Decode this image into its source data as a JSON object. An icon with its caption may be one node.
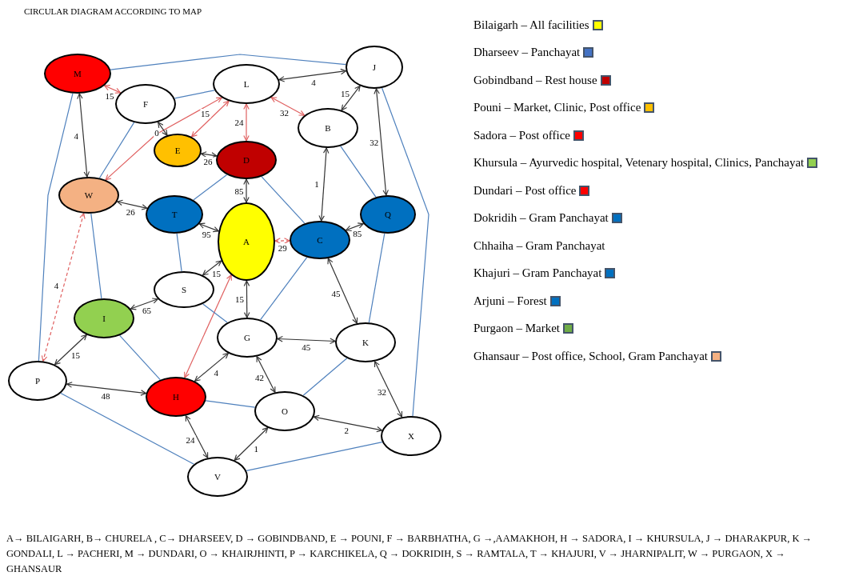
{
  "diagram": {
    "title": "CIRCULAR DIAGRAM ACCORDING TO MAP",
    "nodes": [
      {
        "text": [
          "M"
        ]
      },
      {
        "text": [
          "J"
        ]
      },
      {
        "text": [
          "F"
        ]
      },
      {
        "text": [
          "L"
        ]
      },
      {
        "text": [
          "B"
        ]
      },
      {
        "text": [
          "E"
        ]
      },
      {
        "text": [
          "D"
        ]
      },
      {
        "text": [
          "W"
        ]
      },
      {
        "text": [
          "T"
        ]
      },
      {
        "text": [
          "Q"
        ]
      },
      {
        "text": [
          "A"
        ]
      },
      {
        "text": [
          "C"
        ]
      },
      {
        "text": [
          "S"
        ]
      },
      {
        "text": [
          "I"
        ]
      },
      {
        "text": [
          "G"
        ]
      },
      {
        "text": [
          "K"
        ]
      },
      {
        "text": [
          "P"
        ]
      },
      {
        "text": [
          "H"
        ]
      },
      {
        "text": [
          "O"
        ]
      },
      {
        "text": [
          "X"
        ]
      },
      {
        "text": [
          "V"
        ]
      }
    ],
    "edges": [
      {
        "from": 0,
        "to": 2,
        "arrow": "both",
        "label": "15",
        "color": "#e06060"
      },
      {
        "from": 0,
        "to": 7,
        "arrow": "both",
        "label": "4"
      },
      {
        "from": 3,
        "to": 1,
        "arrow": "both",
        "label": "4"
      },
      {
        "from": 1,
        "to": 4,
        "arrow": "both",
        "label": "15"
      },
      {
        "from": 3,
        "to": 4,
        "arrow": "both",
        "label": "32",
        "color": "#e06060"
      },
      {
        "from": 1,
        "to": 9,
        "arrow": "both",
        "label": "32"
      },
      {
        "from": 3,
        "to": 6,
        "arrow": "both",
        "label": "24",
        "color": "#e06060"
      },
      {
        "from": 3,
        "to": 5,
        "arrow": "both",
        "label": "15",
        "color": "#e06060"
      },
      {
        "from": 3,
        "to": 7,
        "arrow": "both",
        "color": "#e06060"
      },
      {
        "from": 2,
        "to": 5,
        "arrow": "both",
        "label": "0"
      },
      {
        "from": 5,
        "to": 6,
        "arrow": "both",
        "label": "26"
      },
      {
        "from": 6,
        "to": 10,
        "arrow": "both",
        "label": "85"
      },
      {
        "from": 7,
        "to": 8,
        "arrow": "both",
        "label": "26"
      },
      {
        "from": 8,
        "to": 10,
        "arrow": "both",
        "label": "95"
      },
      {
        "from": 4,
        "to": 11,
        "arrow": "both",
        "label": "1"
      },
      {
        "from": 11,
        "to": 9,
        "arrow": "both",
        "label": "85"
      },
      {
        "from": 10,
        "to": 11,
        "arrow": "both",
        "label": "29",
        "style": "dashed",
        "color": "#e06060"
      },
      {
        "from": 7,
        "to": 16,
        "arrow": "both",
        "label": "4",
        "style": "dashed",
        "color": "#e06060"
      },
      {
        "from": 12,
        "to": 10,
        "arrow": "both",
        "label": "15"
      },
      {
        "from": 13,
        "to": 12,
        "arrow": "both",
        "label": "65"
      },
      {
        "from": 17,
        "to": 10,
        "arrow": "both",
        "color": "#e06060"
      },
      {
        "from": 10,
        "to": 14,
        "arrow": "both",
        "label": "15"
      },
      {
        "from": 11,
        "to": 15,
        "arrow": "both",
        "label": "45"
      },
      {
        "from": 14,
        "to": 15,
        "arrow": "both",
        "label": "45"
      },
      {
        "from": 16,
        "to": 13,
        "arrow": "both",
        "label": "15"
      },
      {
        "from": 16,
        "to": 17,
        "arrow": "both",
        "label": "48"
      },
      {
        "from": 17,
        "to": 14,
        "arrow": "both",
        "label": "4"
      },
      {
        "from": 17,
        "to": 20,
        "arrow": "both",
        "label": "24"
      },
      {
        "from": 14,
        "to": 18,
        "arrow": "both",
        "label": "42"
      },
      {
        "from": 15,
        "to": 19,
        "arrow": "both",
        "label": "32"
      },
      {
        "from": 18,
        "to": 19,
        "arrow": "both",
        "label": "2"
      },
      {
        "from": 20,
        "to": 18,
        "arrow": "both",
        "label": "1"
      },
      {
        "from": 0,
        "to": 1,
        "arrow": "none",
        "color": "#4f81bd"
      },
      {
        "from": 0,
        "to": 16,
        "arrow": "none",
        "color": "#4f81bd"
      },
      {
        "from": 1,
        "to": 19,
        "arrow": "none",
        "color": "#4f81bd"
      },
      {
        "from": 16,
        "to": 20,
        "arrow": "none",
        "color": "#4f81bd"
      },
      {
        "from": 20,
        "to": 19,
        "arrow": "none",
        "color": "#4f81bd"
      },
      {
        "from": 2,
        "to": 3,
        "arrow": "none",
        "color": "#4f81bd"
      },
      {
        "from": 2,
        "to": 7,
        "arrow": "none",
        "color": "#4f81bd"
      },
      {
        "from": 7,
        "to": 13,
        "arrow": "none",
        "color": "#4f81bd"
      },
      {
        "from": 6,
        "to": 8,
        "arrow": "none",
        "color": "#4f81bd"
      },
      {
        "from": 8,
        "to": 12,
        "arrow": "none",
        "color": "#4f81bd"
      },
      {
        "from": 6,
        "to": 11,
        "arrow": "none",
        "color": "#4f81bd"
      },
      {
        "from": 4,
        "to": 9,
        "arrow": "none",
        "color": "#4f81bd"
      },
      {
        "from": 9,
        "to": 15,
        "arrow": "none",
        "color": "#4f81bd"
      },
      {
        "from": 11,
        "to": 14,
        "arrow": "none",
        "color": "#4f81bd"
      },
      {
        "from": 12,
        "to": 14,
        "arrow": "none",
        "color": "#4f81bd"
      },
      {
        "from": 13,
        "to": 17,
        "arrow": "none",
        "color": "#4f81bd"
      },
      {
        "from": 17,
        "to": 18,
        "arrow": "none",
        "color": "#4f81bd"
      },
      {
        "from": 18,
        "to": 15,
        "arrow": "none",
        "color": "#4f81bd"
      }
    ],
    "labels": [
      "A→ BILAIGARH, B→ CHURELA , C→ DHARSEEV, D → GOBINDBAND, E → POUNI, F → BARBHATHA, G →,AAMAKHOH, H → SADORA, I → KHURSULA, J → DHARAKPUR, K → GONDALI, L → PACHERI, M → DUNDARI, O → KHAIRJHINTI, P → KARCHIKELA, Q → DOKRIDIH, S → RAMTALA, T → KHAJURI, V → JHARNIPALIT, W → PURGAON, X → GHANSAUR"
    ],
    "legend": [
      {
        "text": "Bilaigarh – All facilities",
        "color": "#ffff00"
      },
      {
        "text": "Dharseev – Panchayat",
        "color": "#4472c4"
      },
      {
        "text": "Gobindband – Rest house",
        "color": "#c00000"
      },
      {
        "text": "Pouni – Market, Clinic, Post office",
        "color": "#ffc000"
      },
      {
        "text": "Sadora – Post office",
        "color": "#ff0000"
      },
      {
        "text": "Khursula – Ayurvedic hospital, Vetenary hospital, Clinics, Panchayat",
        "color": "#92d050"
      },
      {
        "text": "Dundari – Post office",
        "color": "#ff0000"
      },
      {
        "text": "Dokridih – Gram Panchayat",
        "color": "#0070c0"
      },
      {
        "text": "Chhaiha – Gram Panchayat"
      },
      {
        "text": "Khajuri – Gram Panchayat",
        "color": "#0070c0"
      },
      {
        "text": "Arjuni – Forest",
        "color": "#0070c0"
      },
      {
        "text": "Purgaon – Market",
        "color": "#70ad47"
      },
      {
        "text": "Ghansaur – Post office, School, Gram Panchayat",
        "color": "#f4b183"
      }
    ]
  }
}
